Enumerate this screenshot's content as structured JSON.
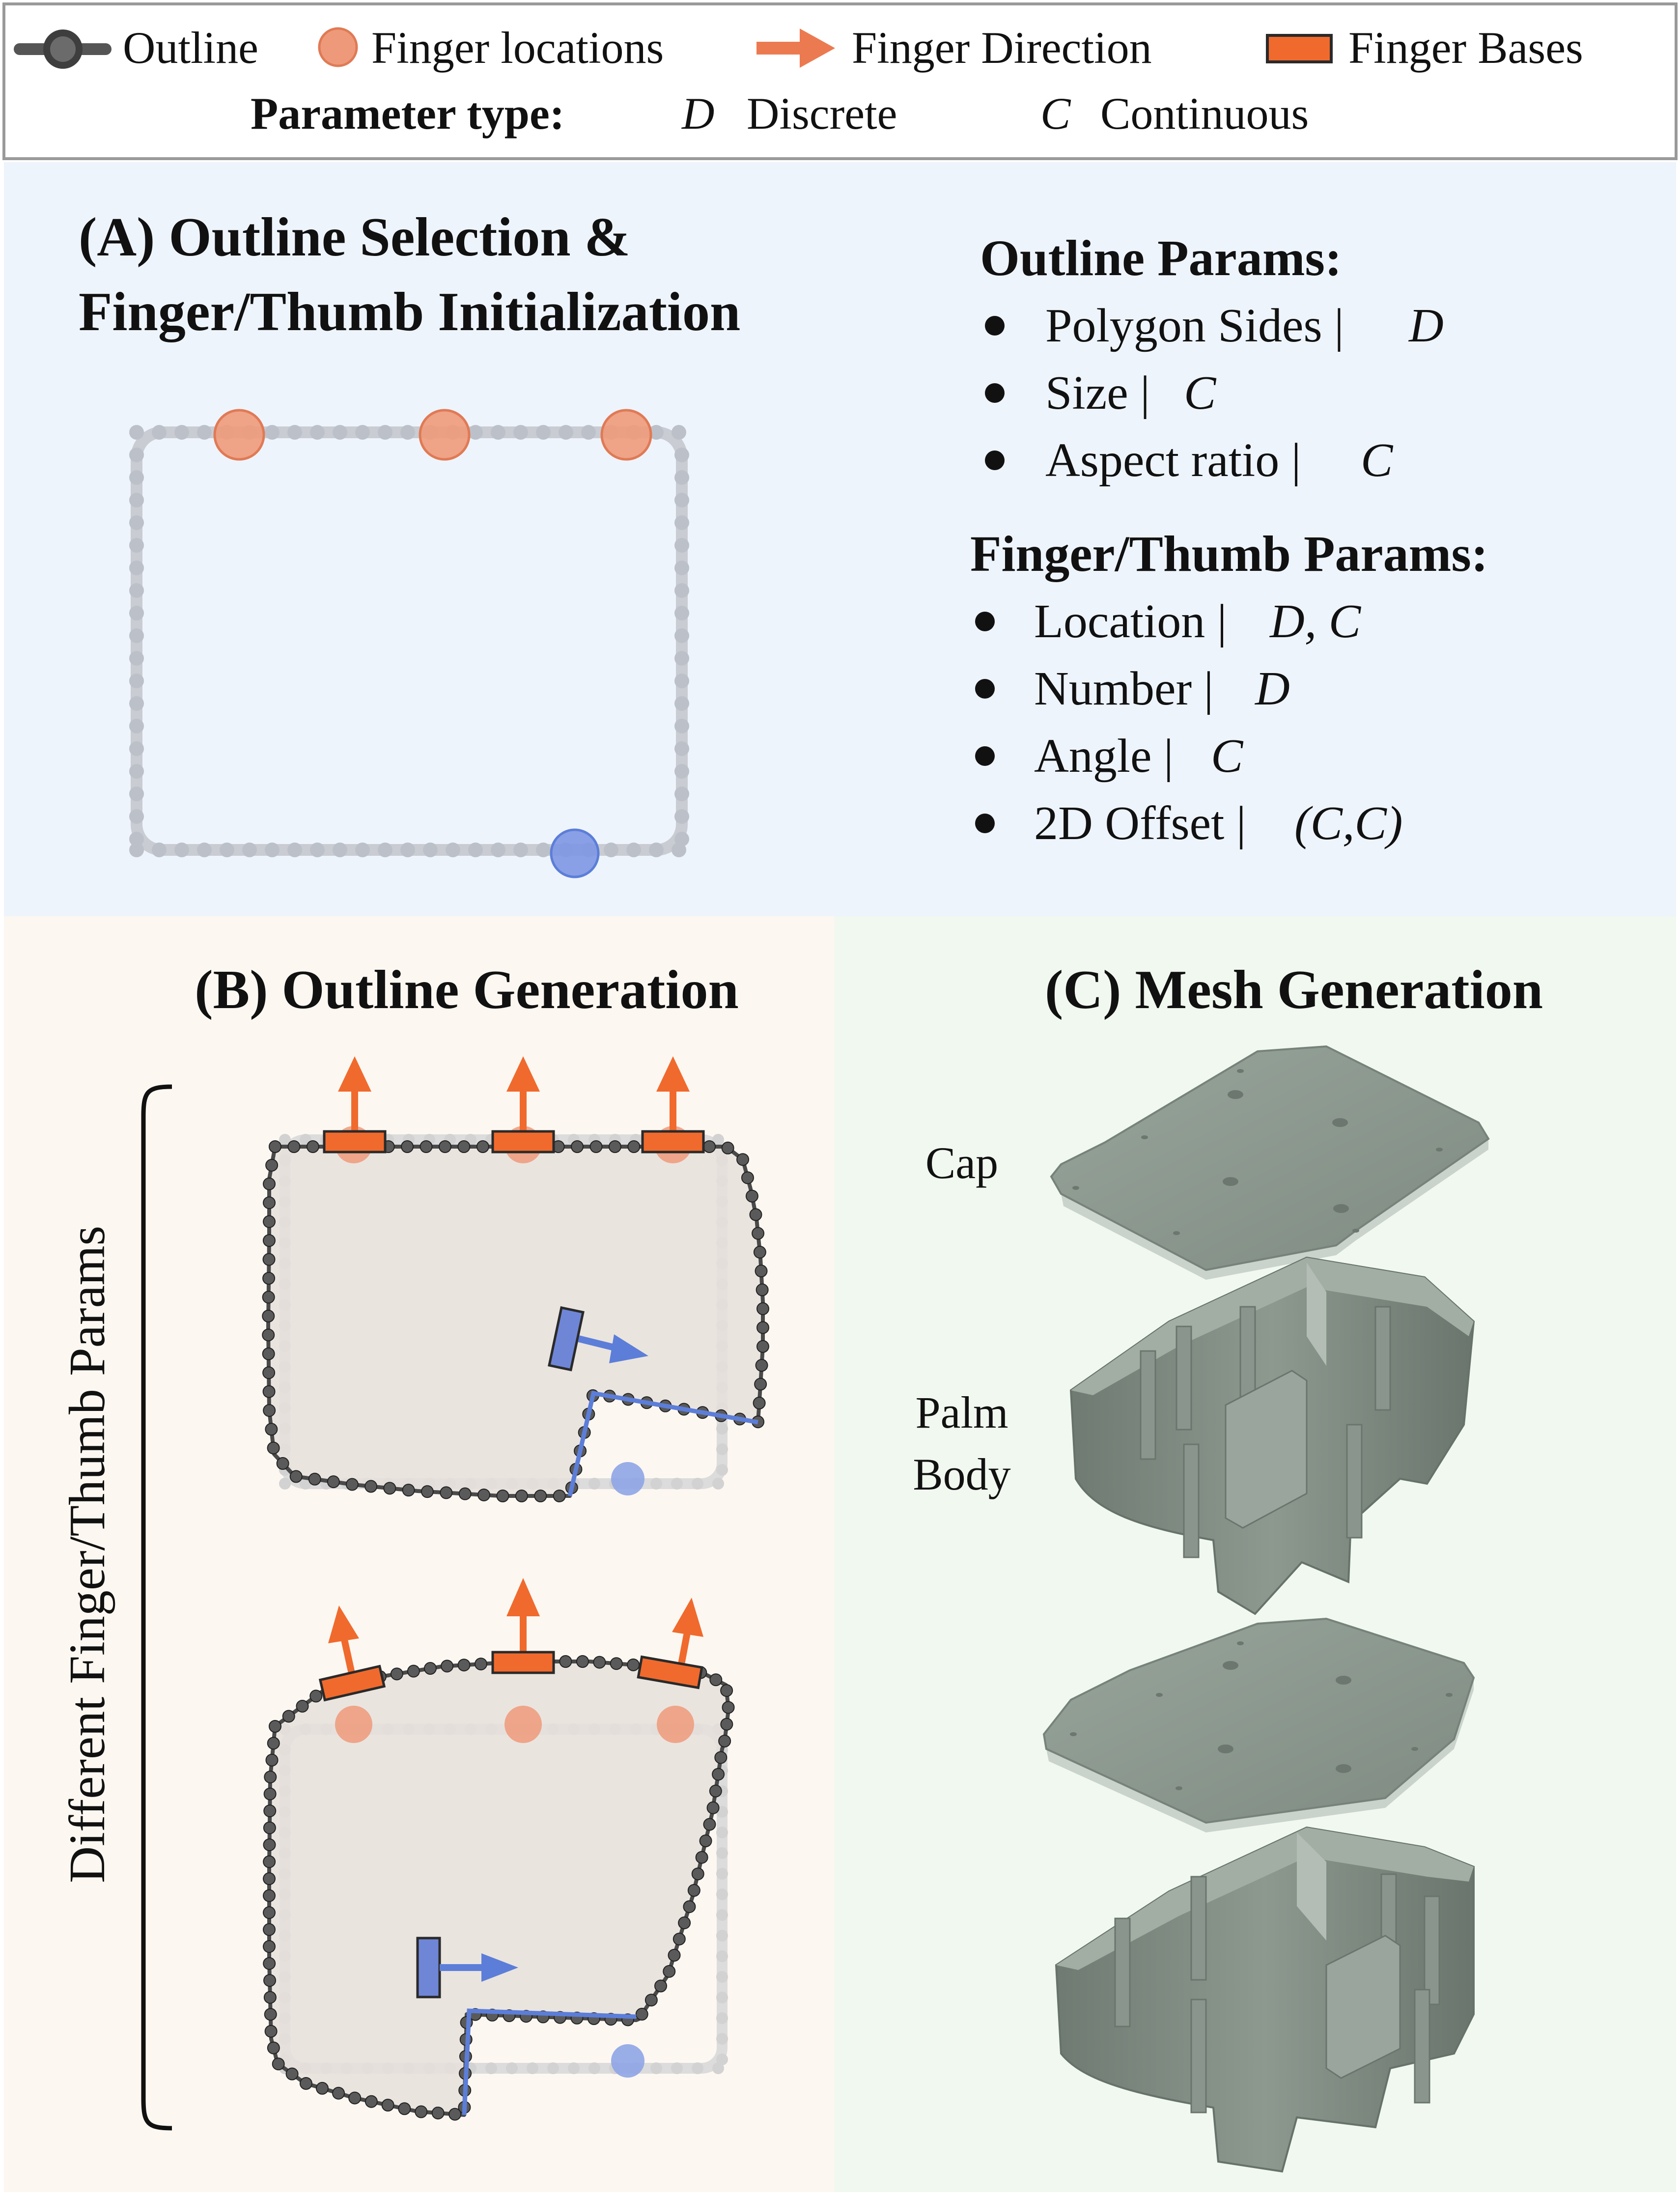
{
  "legend": {
    "outline": "Outline",
    "finger_locations": "Finger locations",
    "finger_direction": "Finger Direction",
    "finger_bases": "Finger Bases",
    "param_type_label": "Parameter type:",
    "discrete_symbol": "D",
    "discrete_label": "Discrete",
    "continuous_symbol": "C",
    "continuous_label": "Continuous"
  },
  "panel_a": {
    "title_line1": "(A) Outline Selection &",
    "title_line2": "Finger/Thumb Initialization",
    "outline_params_heading": "Outline Params:",
    "outline_params": [
      {
        "name": "Polygon Sides |",
        "type": "D"
      },
      {
        "name": "Size |",
        "type": "C"
      },
      {
        "name": "Aspect ratio |",
        "type": "C"
      }
    ],
    "finger_params_heading": "Finger/Thumb Params:",
    "finger_params": [
      {
        "name": "Location |",
        "type": "D, C"
      },
      {
        "name": "Number |",
        "type": "D"
      },
      {
        "name": "Angle |",
        "type": "C"
      },
      {
        "name": "2D Offset |",
        "type": "(C,C)"
      }
    ]
  },
  "panel_b": {
    "title": "(B) Outline Generation",
    "side_label": "Different Finger/Thumb Params"
  },
  "panel_c": {
    "title": "(C) Mesh Generation",
    "cap_label": "Cap",
    "palm_label_line1": "Palm",
    "palm_label_line2": "Body"
  },
  "colors": {
    "panel_a_bg": "#eef4fc",
    "panel_b_bg": "#fdf7f1",
    "panel_c_bg": "#f1f8f0",
    "outline_gray": "#c9ccd2",
    "outline_dark": "#4a4a4a",
    "finger_orange": "#ec7a50",
    "finger_base": "#f06a2d",
    "thumb_blue": "#5c7ed8",
    "mesh": "#8e9a91"
  }
}
